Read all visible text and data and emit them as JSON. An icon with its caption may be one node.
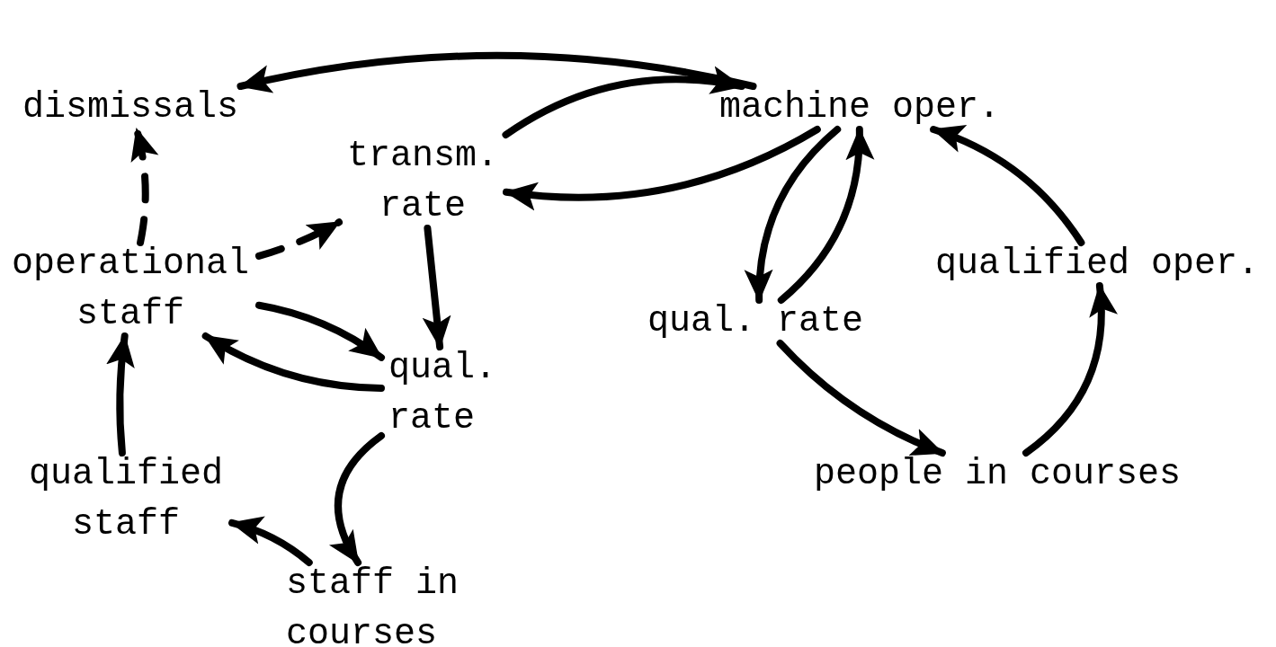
{
  "diagram": {
    "nodes": [
      {
        "text": [
          "dismissals"
        ]
      },
      {
        "text": [
          "machine oper."
        ]
      },
      {
        "text": [
          "transm. rate"
        ]
      },
      {
        "text": [
          "operational staff"
        ]
      },
      {
        "text": [
          "qual. rate"
        ]
      },
      {
        "text": [
          "qual. rate"
        ]
      },
      {
        "text": [
          "qualified oper."
        ]
      },
      {
        "text": [
          "qualified staff"
        ]
      },
      {
        "text": [
          "people in courses"
        ]
      },
      {
        "text": [
          "staff in courses"
        ]
      }
    ],
    "edges": [
      {
        "from": 1,
        "to": 0,
        "arrow": "to"
      },
      {
        "from": 2,
        "to": 1,
        "arrow": "to"
      },
      {
        "from": 1,
        "to": 2,
        "arrow": "to"
      },
      {
        "from": 1,
        "to": 5,
        "arrow": "to"
      },
      {
        "from": 5,
        "to": 1,
        "arrow": "to"
      },
      {
        "from": 6,
        "to": 1,
        "arrow": "to"
      },
      {
        "from": 5,
        "to": 8,
        "arrow": "to"
      },
      {
        "from": 8,
        "to": 6,
        "arrow": "to"
      },
      {
        "from": 3,
        "to": 0,
        "arrow": "to",
        "style": "dashed"
      },
      {
        "from": 3,
        "to": 2,
        "arrow": "to",
        "style": "dashed"
      },
      {
        "from": 2,
        "to": 4,
        "arrow": "to"
      },
      {
        "from": 3,
        "to": 4,
        "arrow": "to"
      },
      {
        "from": 4,
        "to": 3,
        "arrow": "to"
      },
      {
        "from": 4,
        "to": 9,
        "arrow": "to"
      },
      {
        "from": 9,
        "to": 7,
        "arrow": "to"
      },
      {
        "from": 7,
        "to": 3,
        "arrow": "to"
      }
    ]
  }
}
